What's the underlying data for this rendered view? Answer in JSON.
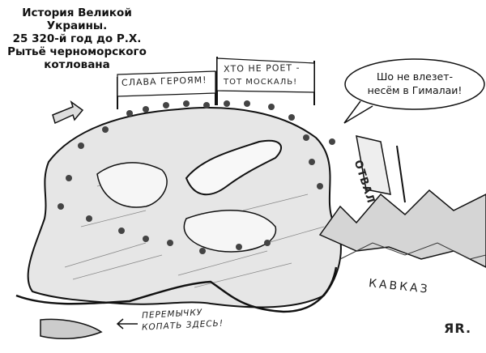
{
  "title": {
    "lines": [
      "История Великой",
      "Украины.",
      "25 320-й год до Р.Х.",
      "Рытьё черноморского",
      "котлована"
    ]
  },
  "banners": {
    "left": "СЛАВА ГЕРОЯМ!",
    "right_line1": "ХТО НЕ РОЕТ -",
    "right_line2": "ТОТ МОСКАЛЬ!"
  },
  "speech_bubble": {
    "line1": "Шо не влезет-",
    "line2": "несём в Гималаи!"
  },
  "sign": "ОТВАЛ",
  "mountains_label": "КАВКАЗ",
  "caption": {
    "line1": "ПЕРЕМЫЧКУ",
    "line2": "КОПАТЬ ЗДЕСЬ!"
  },
  "signature": "ЯR."
}
